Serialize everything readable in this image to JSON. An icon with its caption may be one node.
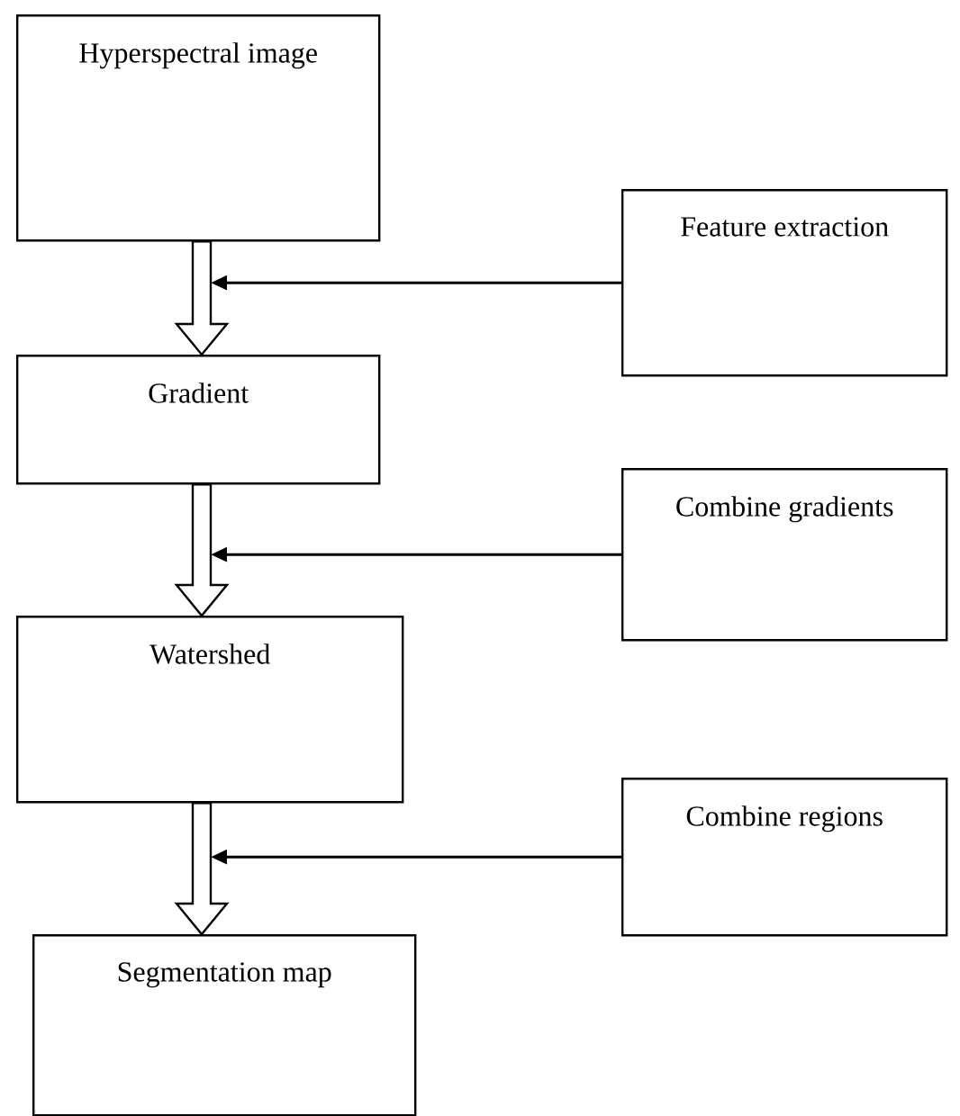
{
  "diagram": {
    "nodes": [
      {
        "text": [
          "Hyperspectral image"
        ]
      },
      {
        "text": [
          "Feature extraction"
        ]
      },
      {
        "text": [
          "Gradient"
        ]
      },
      {
        "text": [
          "Combine gradients"
        ]
      },
      {
        "text": [
          "Watershed"
        ]
      },
      {
        "text": [
          "Combine regions"
        ]
      },
      {
        "text": [
          "Segmentation map"
        ]
      }
    ],
    "edges": [
      {
        "from": 0,
        "to": 2,
        "arrow": "to"
      },
      {
        "from": 1,
        "to": null,
        "arrow": "to"
      },
      {
        "from": 2,
        "to": 4,
        "arrow": "to"
      },
      {
        "from": 3,
        "to": null,
        "arrow": "to"
      },
      {
        "from": 4,
        "to": 6,
        "arrow": "to"
      },
      {
        "from": 5,
        "to": null,
        "arrow": "to"
      }
    ]
  }
}
